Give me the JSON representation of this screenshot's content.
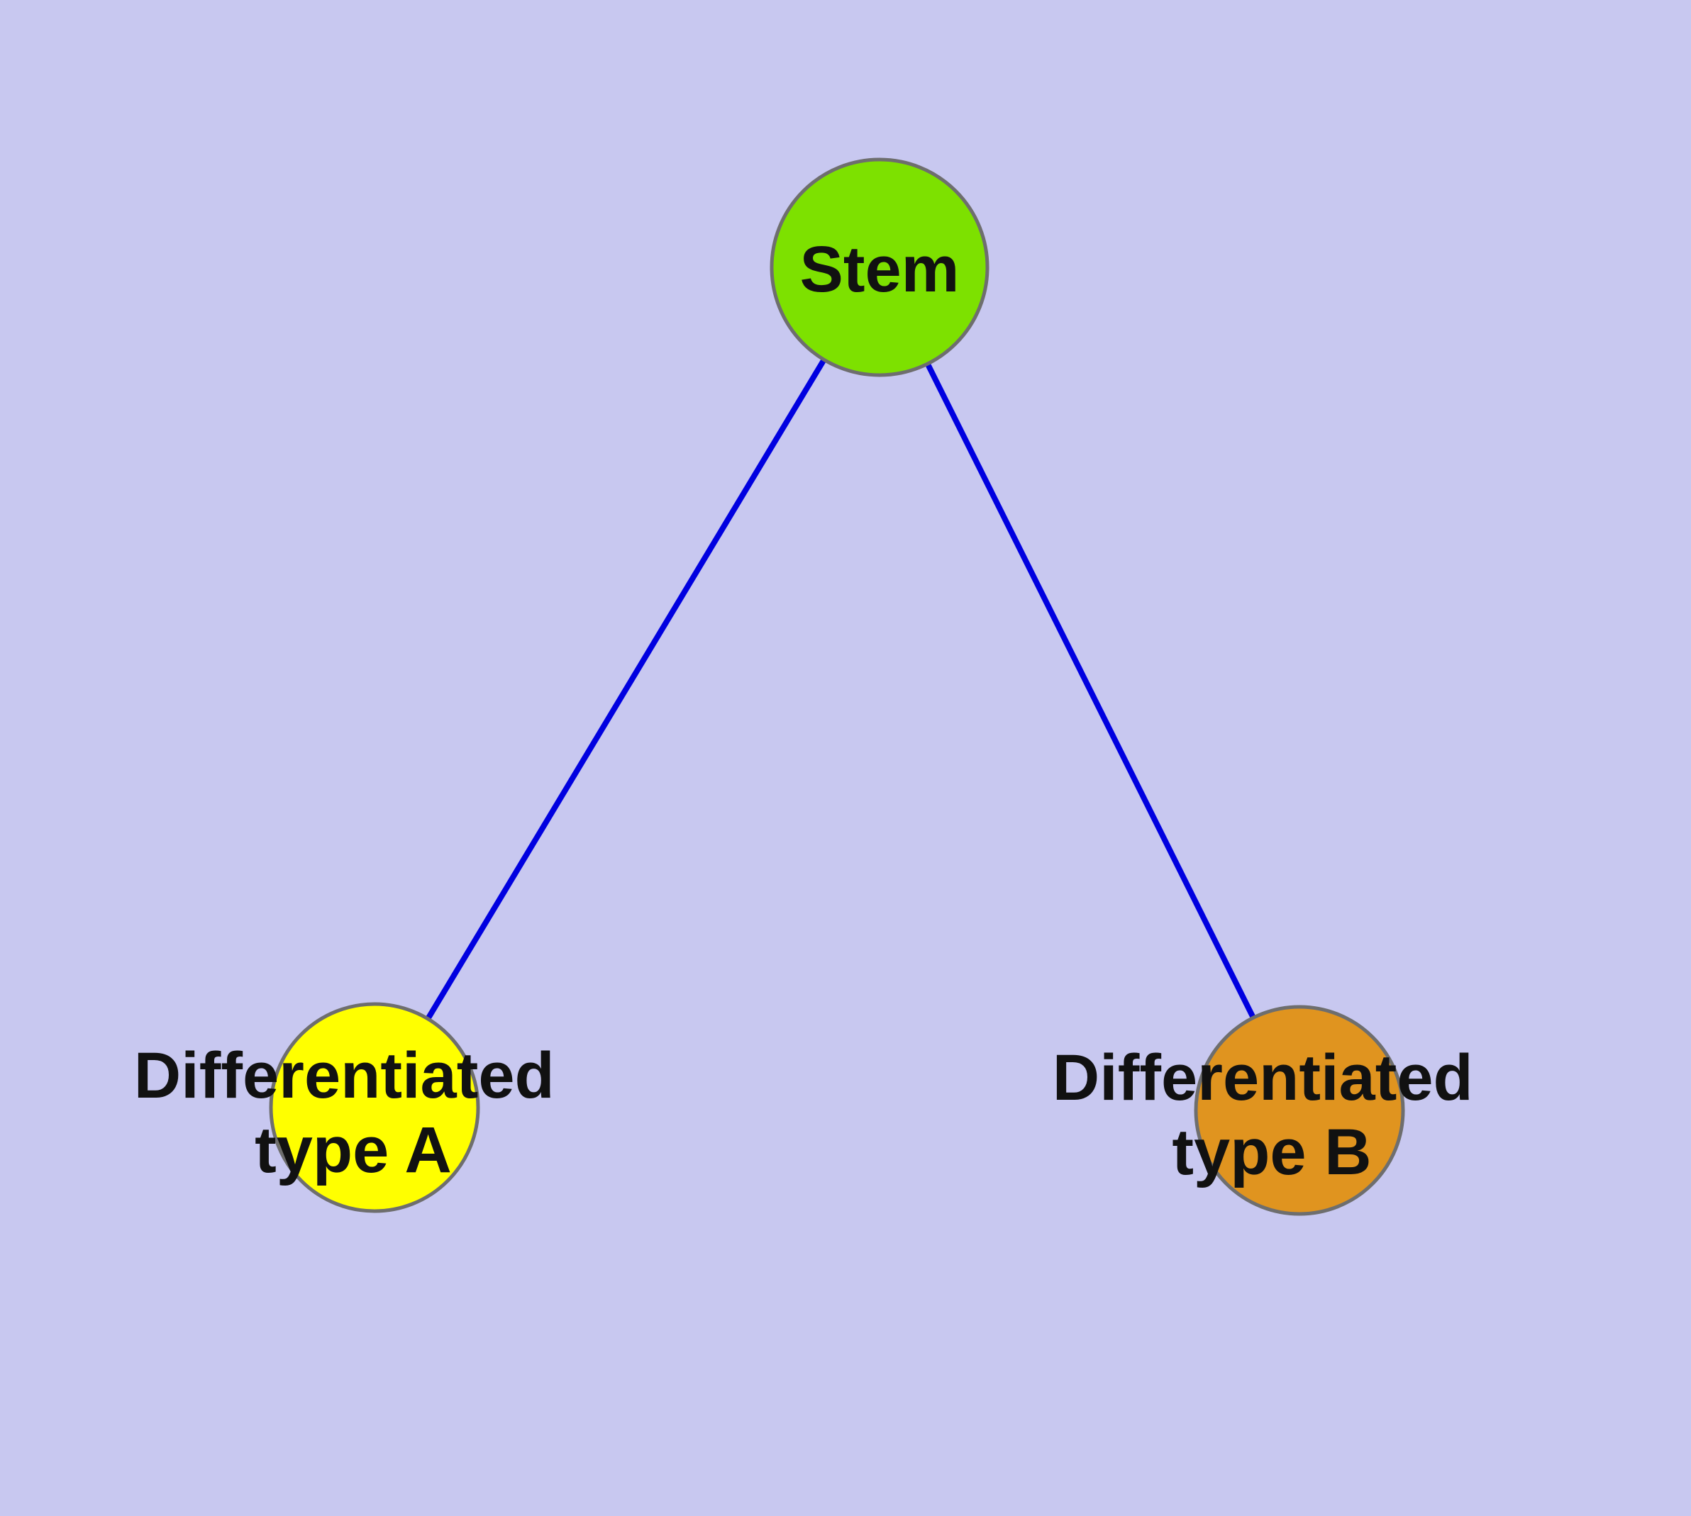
{
  "diagram": {
    "background_color": "#c8c8f0",
    "edge_color": "#0000e0",
    "node_border_color": "#6e6e6e",
    "nodes": [
      {
        "id": "stem",
        "label": "Stem",
        "fill": "#7de100"
      },
      {
        "id": "differentiated-type-a",
        "label_line1": "Differentiated",
        "label_line2": "type A",
        "fill": "#ffff00"
      },
      {
        "id": "differentiated-type-b",
        "label_line1": "Differentiated",
        "label_line2": "type B",
        "fill": "#e0941f"
      }
    ],
    "edges": [
      {
        "from": "stem",
        "to": "differentiated-type-a"
      },
      {
        "from": "stem",
        "to": "differentiated-type-b"
      }
    ]
  }
}
